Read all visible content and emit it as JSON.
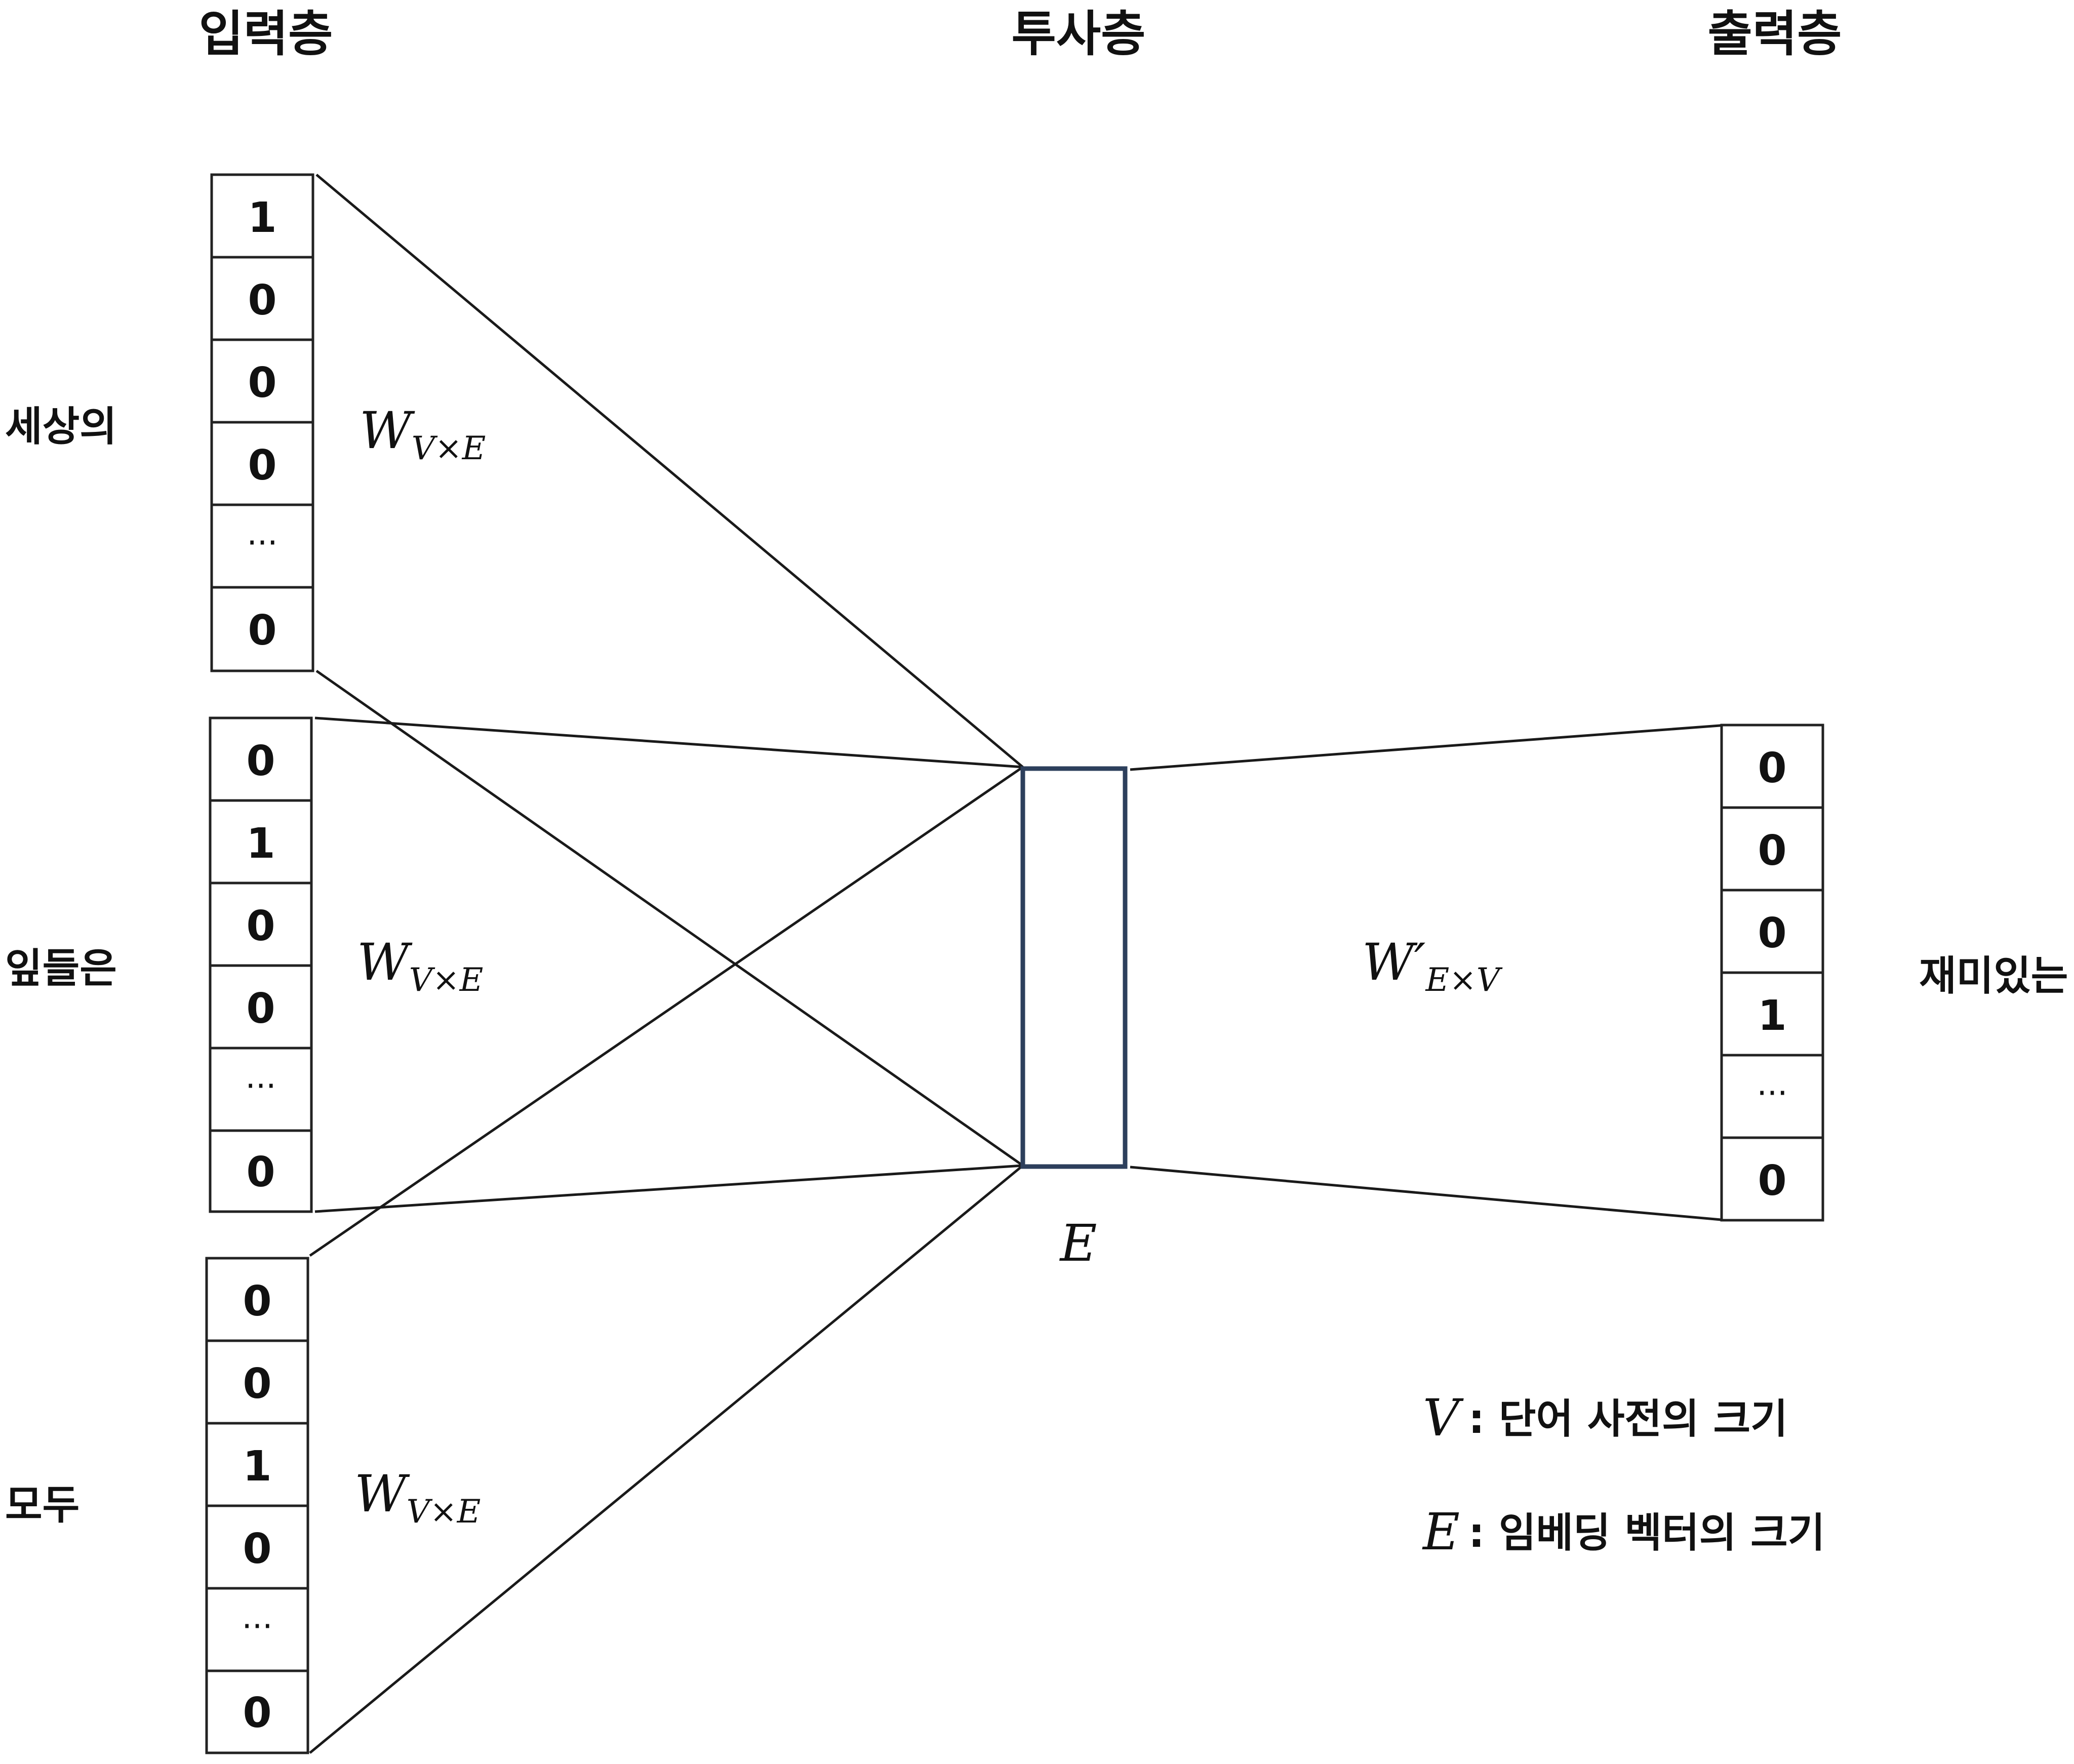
{
  "layers": {
    "input": "입력층",
    "projection": "투사층",
    "output": "출력층"
  },
  "inputs": [
    {
      "word": "세상의",
      "vector": [
        "1",
        "0",
        "0",
        "0",
        "···",
        "0"
      ],
      "weight": {
        "main": "W",
        "sub": "V×E"
      }
    },
    {
      "word": "잎들은",
      "vector": [
        "0",
        "1",
        "0",
        "0",
        "···",
        "0"
      ],
      "weight": {
        "main": "W",
        "sub": "V×E"
      }
    },
    {
      "word": "모두",
      "vector": [
        "0",
        "0",
        "1",
        "0",
        "···",
        "0"
      ],
      "weight": {
        "main": "W",
        "sub": "V×E"
      }
    }
  ],
  "projection_label": "E",
  "output": {
    "word": "재미있는",
    "vector": [
      "0",
      "0",
      "0",
      "1",
      "···",
      "0"
    ],
    "weight": {
      "main": "W′",
      "sub": "E×V"
    }
  },
  "legend": [
    {
      "symbol": "V",
      "text": ": 단어 사전의 크기"
    },
    {
      "symbol": "E",
      "text": ": 임베딩 벡터의 크기"
    }
  ],
  "colors": {
    "projection_border": "#2d3f5c",
    "line": "#1a1a1a"
  }
}
